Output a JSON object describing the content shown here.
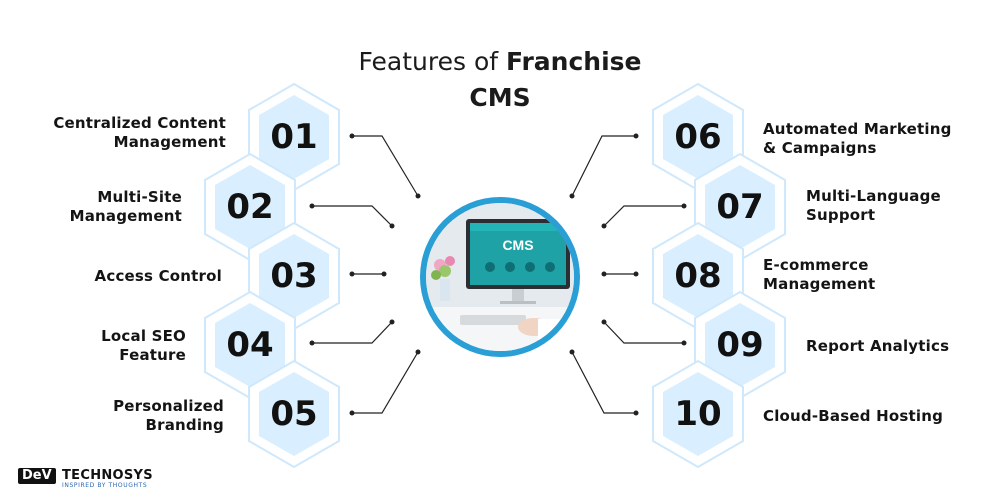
{
  "title": {
    "prefix": "Features of",
    "bold": "Franchise",
    "line2": "CMS"
  },
  "features": [
    {
      "num": "01",
      "label": "Centralized Content\nManagement"
    },
    {
      "num": "02",
      "label": "Multi-Site\nManagement"
    },
    {
      "num": "03",
      "label": "Access Control"
    },
    {
      "num": "04",
      "label": "Local SEO\nFeature"
    },
    {
      "num": "05",
      "label": "Personalized\nBranding"
    },
    {
      "num": "06",
      "label": "Automated Marketing\n& Campaigns"
    },
    {
      "num": "07",
      "label": "Multi-Language\nSupport"
    },
    {
      "num": "08",
      "label": "E-commerce\nManagement"
    },
    {
      "num": "09",
      "label": "Report Analytics"
    },
    {
      "num": "10",
      "label": "Cloud-Based Hosting"
    }
  ],
  "center_image": {
    "screen_text": "CMS"
  },
  "logo": {
    "brand_a": "DeV",
    "brand_b": "TECHNOSYS",
    "tagline": "INSPIRED BY THOUGHTS"
  },
  "colors": {
    "hex_fill": "#d9efff",
    "hex_outline": "#cfe8fb",
    "ring": "#2a9fd6",
    "line": "#222222"
  }
}
